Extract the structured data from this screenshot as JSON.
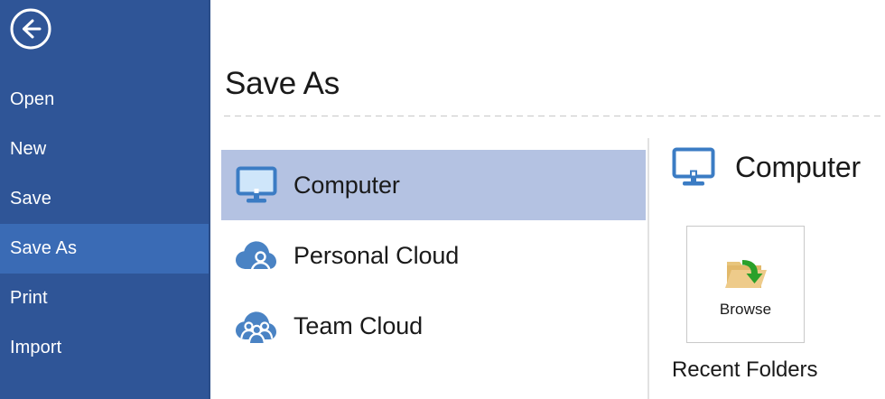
{
  "sidebar": {
    "back_button": {
      "name": "back-button",
      "icon": "arrow-left-circle-icon"
    },
    "items": [
      {
        "label": "Open",
        "selected": false
      },
      {
        "label": "New",
        "selected": false
      },
      {
        "label": "Save",
        "selected": false
      },
      {
        "label": "Save As",
        "selected": true
      },
      {
        "label": "Print",
        "selected": false
      },
      {
        "label": "Import",
        "selected": false
      }
    ]
  },
  "main": {
    "title": "Save As",
    "destinations": [
      {
        "label": "Computer",
        "icon": "monitor-icon",
        "selected": true
      },
      {
        "label": "Personal Cloud",
        "icon": "cloud-person-icon",
        "selected": false
      },
      {
        "label": "Team Cloud",
        "icon": "cloud-people-icon",
        "selected": false
      }
    ]
  },
  "detail": {
    "header_title": "Computer",
    "header_icon": "monitor-outline-icon",
    "browse": {
      "label": "Browse",
      "icon": "folder-open-arrow-icon"
    },
    "recent_folders_label": "Recent Folders"
  },
  "colors": {
    "sidebar_bg": "#2f5597",
    "sidebar_selected": "#3a6bb5",
    "sidebar_edge": "#2a4d89",
    "accent_blue": "#3b7cc4",
    "dest_selected_bg": "#b4c2e2",
    "monitor_screen": "#cfe6fa",
    "folder_tan": "#e8c57c",
    "folder_arrow_green": "#2aa02a",
    "divider_gray": "#e2e2e2",
    "text_dark": "#1a1a1a"
  }
}
